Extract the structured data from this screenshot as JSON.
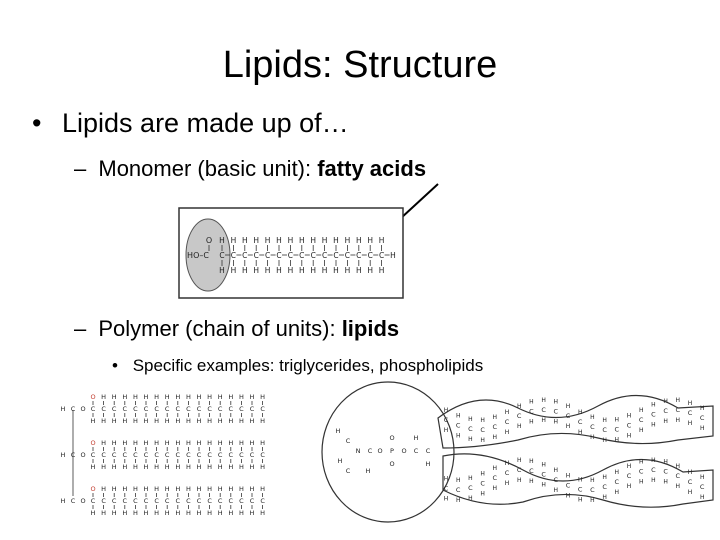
{
  "slide": {
    "title": "Lipids: Structure",
    "bullet1": {
      "marker": "•",
      "text": "Lipids are made up of…"
    },
    "sub1": {
      "marker": "–",
      "prefix": "Monomer (basic unit): ",
      "emphasis": "fatty acids"
    },
    "sub2": {
      "marker": "–",
      "prefix": "Polymer (chain of units): ",
      "emphasis": "lipids"
    },
    "sub3": {
      "marker": "•",
      "text": "Specific examples: triglycerides, phospholipids"
    }
  },
  "figures": {
    "fatty_acid_diagram": {
      "head_label": "HO–C",
      "carbonyl": "O",
      "atoms": [
        "H",
        "C",
        "O"
      ]
    },
    "triglyceride_diagram": {
      "atoms": [
        "H",
        "C",
        "O"
      ]
    },
    "phospholipid_diagram": {
      "atoms": [
        "H",
        "C",
        "O",
        "N",
        "P"
      ]
    }
  }
}
